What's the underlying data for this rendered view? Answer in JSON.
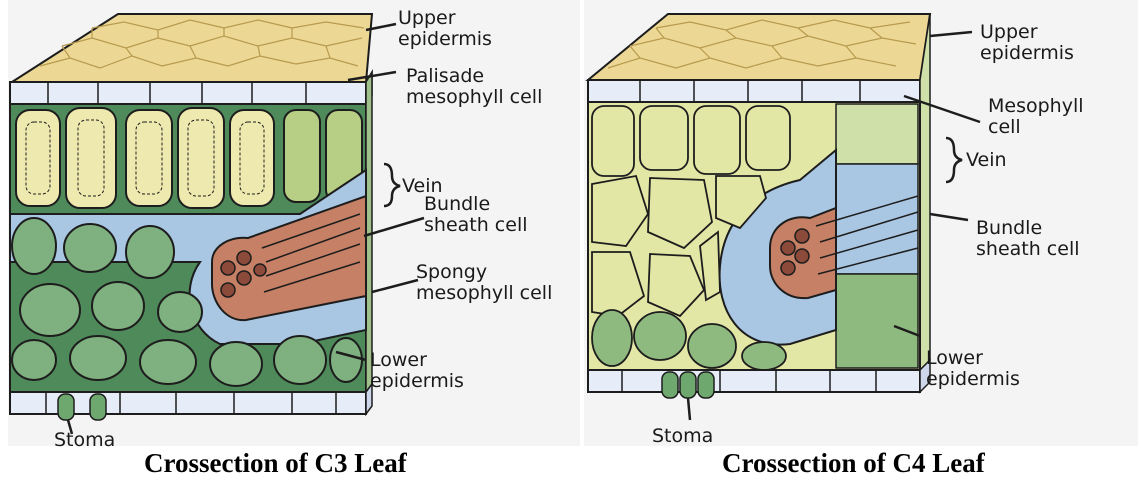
{
  "c3": {
    "labels": {
      "upper_epidermis": "Upper\nepidermis",
      "palisade": "Palisade\nmesophyll cell",
      "vein": "Vein",
      "bundle_sheath": "Bundle\nsheath cell",
      "spongy": "Spongy\nmesophyll cell",
      "lower_epidermis": "Lower\nepidermis",
      "stoma": "Stoma"
    },
    "caption": "Crossection of C3 Leaf"
  },
  "c4": {
    "labels": {
      "upper_epidermis": "Upper\nepidermis",
      "mesophyll": "Mesophyll\ncell",
      "vein": "Vein",
      "bundle_sheath": "Bundle\nsheath cell",
      "lower_epidermis": "Lower\nepidermis",
      "stoma": "Stoma"
    },
    "caption": "Crossection of C4 Leaf"
  },
  "colors": {
    "top_surface": "#ecd894",
    "epidermis": "#e6ecf8",
    "palisade": "#eee9ae",
    "mesophyll": "#e3e7a6",
    "spongy": "#7fb07f",
    "spongy_dark": "#4f8a5a",
    "sheath": "#a9c6e2",
    "vascular": "#c58066",
    "outline": "#1d1d1d",
    "side_face": "#dfe8c4"
  }
}
